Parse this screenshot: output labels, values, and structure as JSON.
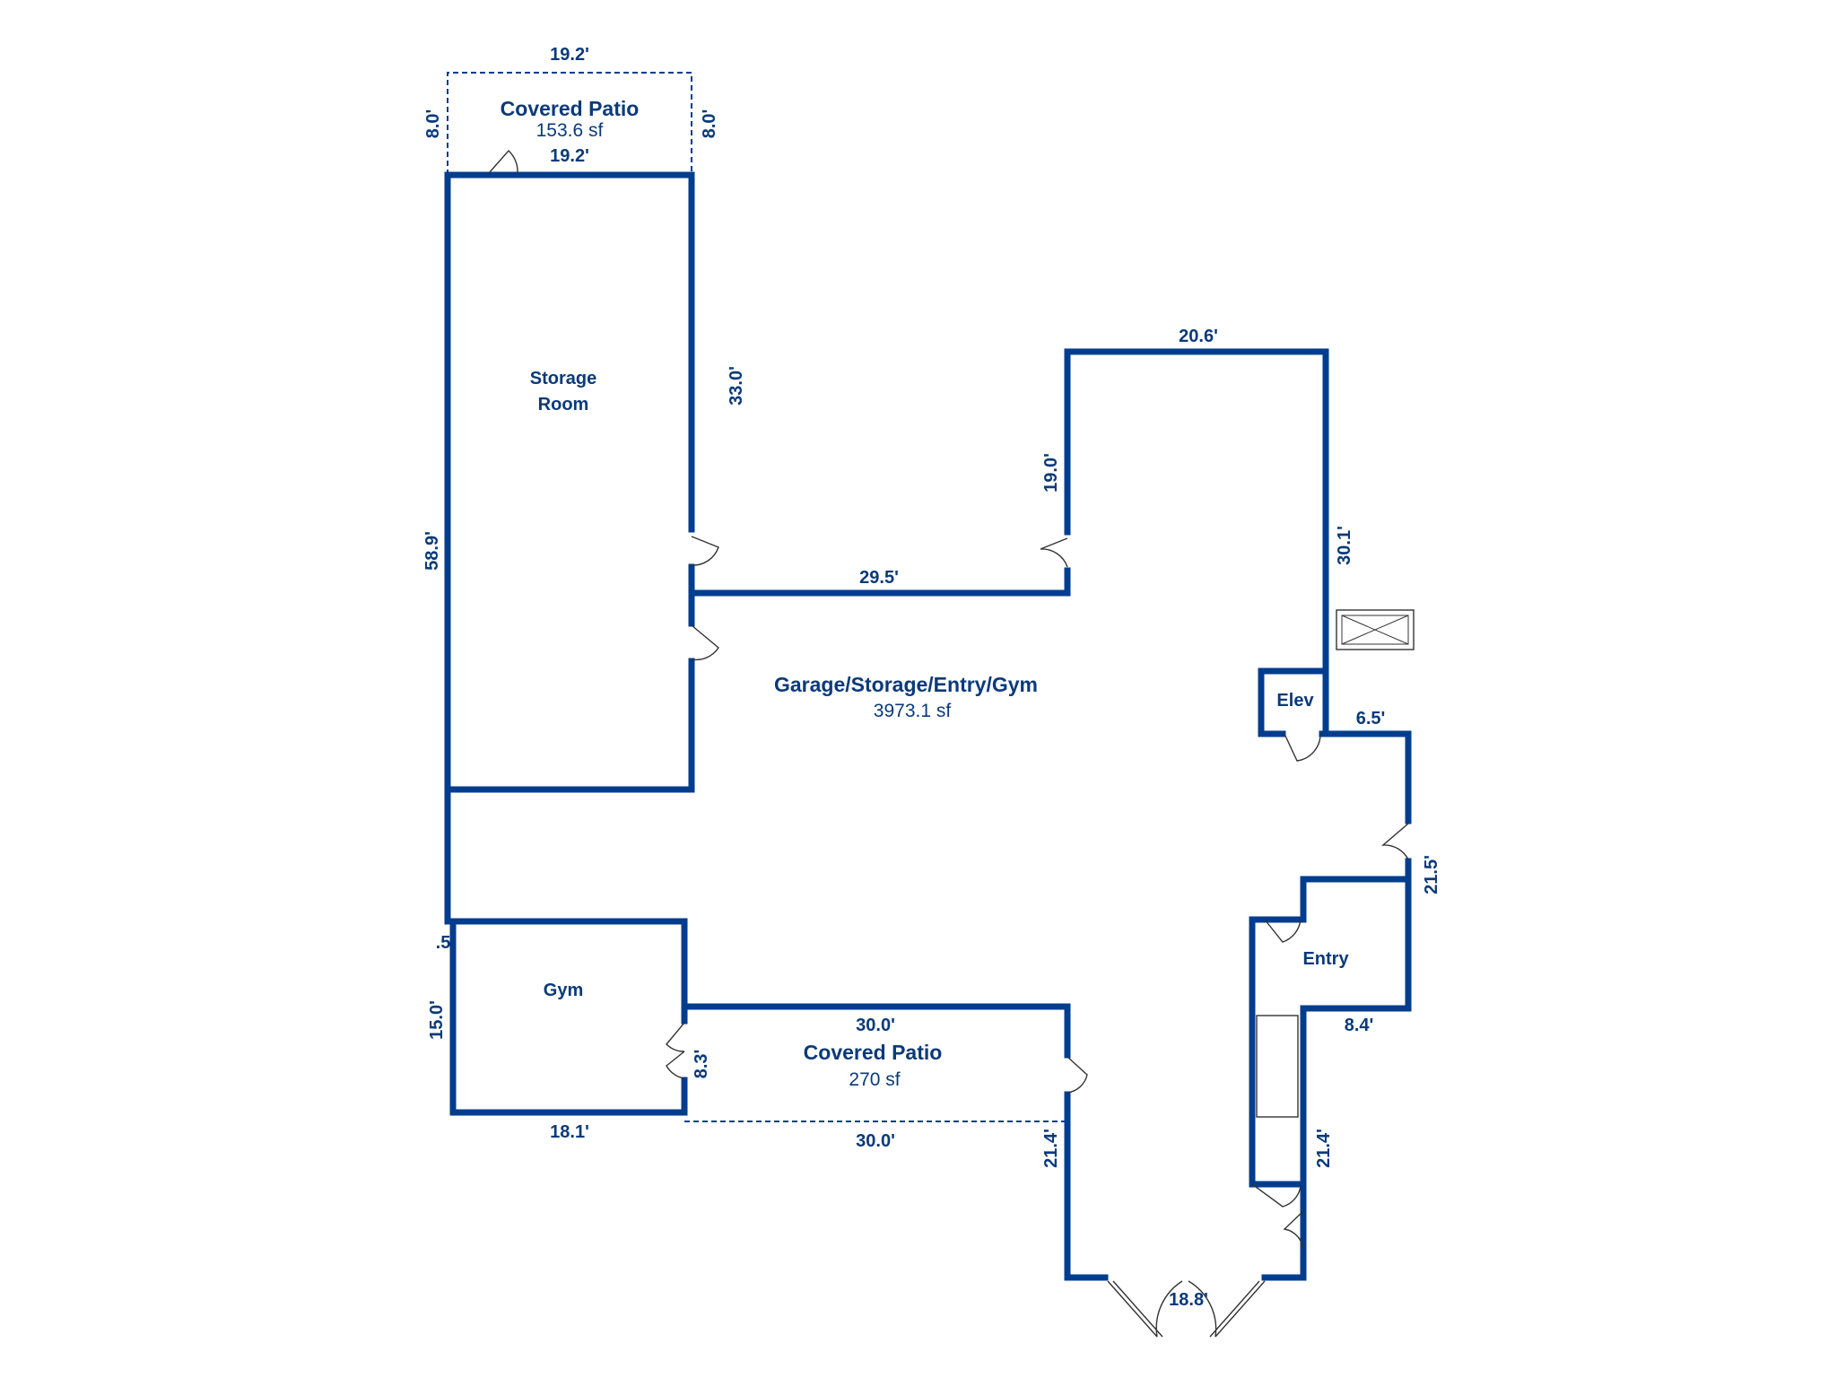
{
  "rooms": {
    "covered_patio_top": {
      "name": "Covered Patio",
      "area": "153.6 sf"
    },
    "storage_room": {
      "line1": "Storage",
      "line2": "Room"
    },
    "garage": {
      "name": "Garage/Storage/Entry/Gym",
      "area": "3973.1 sf"
    },
    "elev": {
      "name": "Elev"
    },
    "entry": {
      "name": "Entry"
    },
    "gym": {
      "name": "Gym"
    },
    "covered_patio_bottom": {
      "name": "Covered Patio",
      "area": "270 sf"
    }
  },
  "dimensions": {
    "patio_top_width": "19.2'",
    "patio_top_inner_width": "19.2'",
    "patio_top_left": "8.0'",
    "patio_top_right": "8.0'",
    "storage_right": "33.0'",
    "west_wall": "58.9'",
    "north_wing_top": "20.6'",
    "north_wing_left": "19.0'",
    "north_wing_right": "30.1'",
    "mid_wall": "29.5'",
    "elev_bottom": "6.5'",
    "entry_right": "21.5'",
    "entry_bottom": "8.4'",
    "gym_offset": ".5",
    "gym_left": "15.0'",
    "gym_bottom": "18.1'",
    "patio_bottom_top": "30.0'",
    "patio_bottom_left": "8.3'",
    "patio_bottom_bottom": "30.0'",
    "south_left": "21.4'",
    "south_right": "21.4'",
    "south_bottom": "18.8'"
  },
  "colors": {
    "wall": "#003d8f",
    "text": "#0a3a7a"
  }
}
